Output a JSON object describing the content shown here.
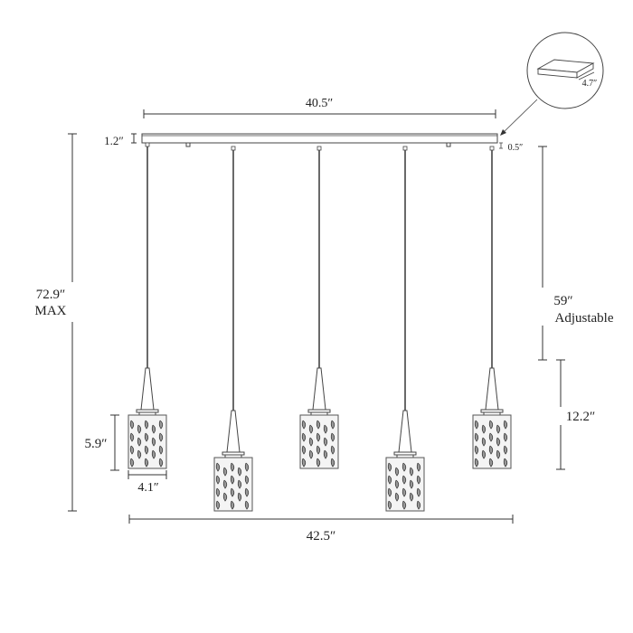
{
  "dimensions": {
    "canopy_width": "40.5″",
    "canopy_height": "1.2″",
    "canopy_thickness": "0.5″",
    "canopy_depth": "4.7″",
    "max_height": "72.9″",
    "max_height_suffix": "MAX",
    "cord_length": "59″",
    "cord_length_suffix": "Adjustable",
    "pendant_height": "12.2″",
    "shade_height": "5.9″",
    "shade_width": "4.1″",
    "total_width": "42.5″"
  }
}
